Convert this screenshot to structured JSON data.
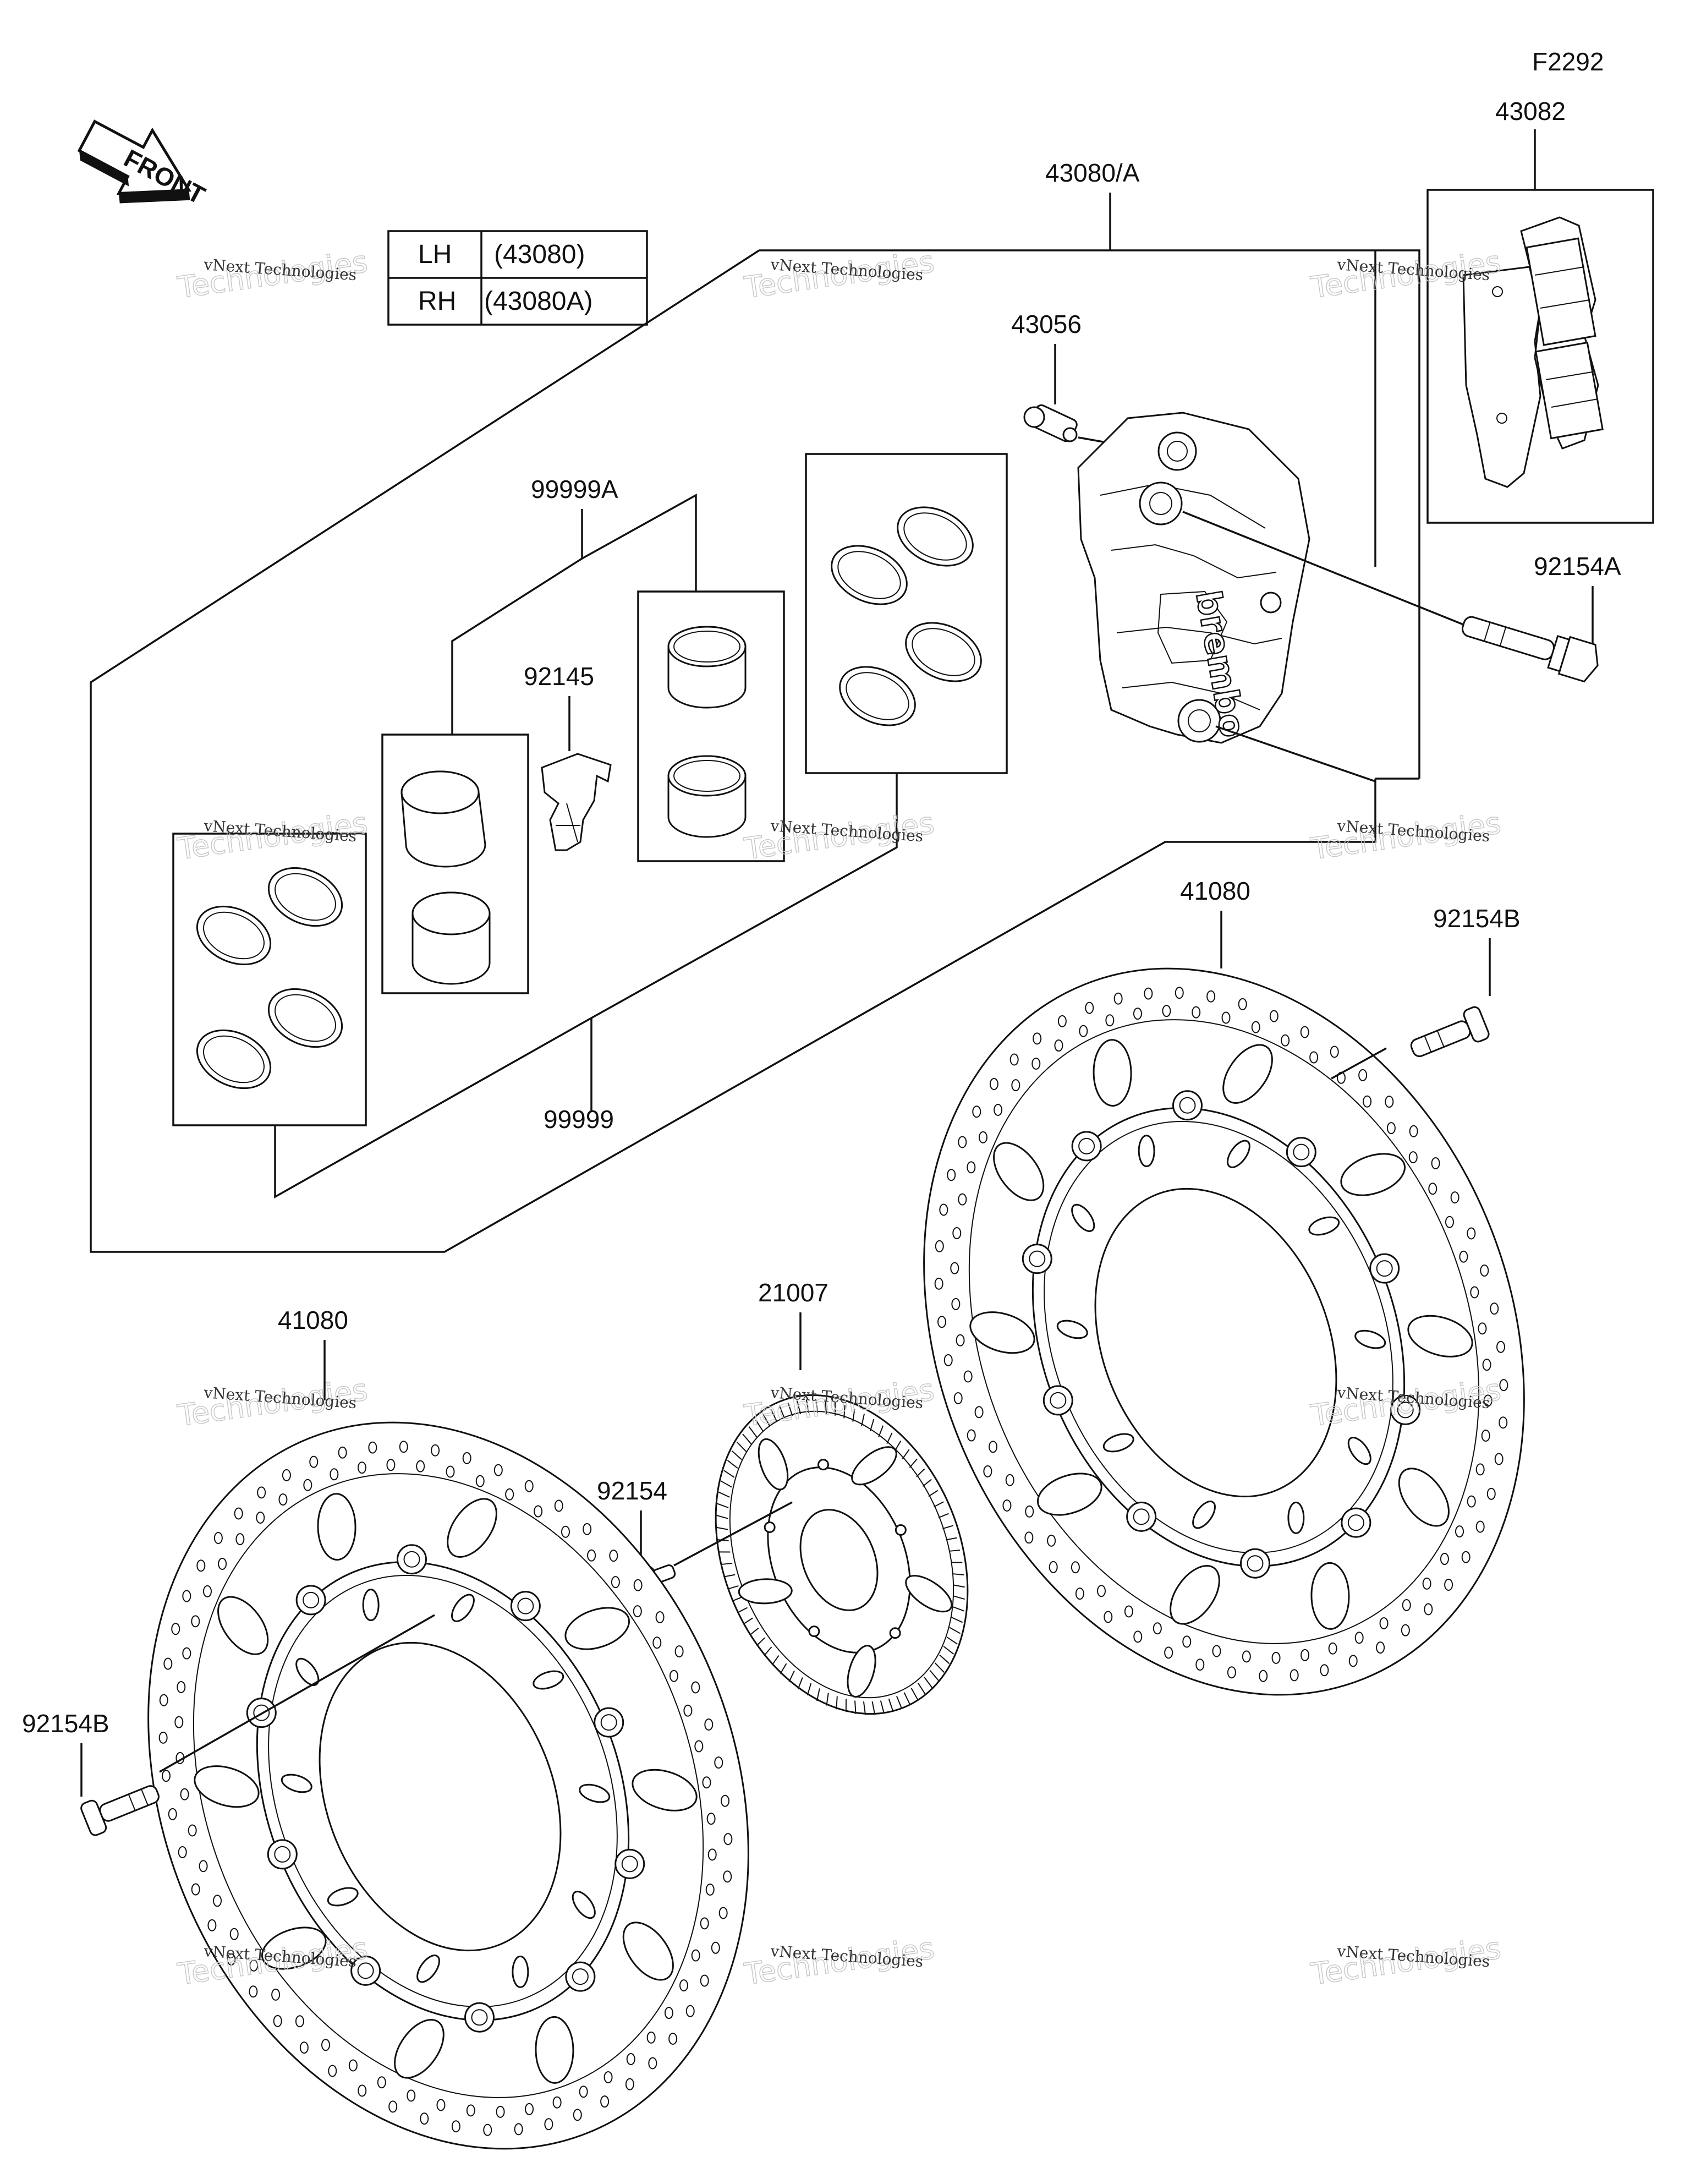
{
  "figure_code": "F2292",
  "front_label": "FRONT",
  "brand_text": "brembo",
  "side_table": {
    "rows": [
      {
        "side": "LH",
        "part": "(43080)"
      },
      {
        "side": "RH",
        "part": "(43080A)"
      }
    ]
  },
  "callouts": {
    "caliper_assy": "43080/A",
    "brake_pad": "43082",
    "bleeder_valve": "43056",
    "caliper_bolt": "92154A",
    "seal_kit_a": "99999A",
    "pad_spring": "92145",
    "seal_kit": "99999",
    "disc_right": "41080",
    "disc_bolt_right": "92154B",
    "disc_left": "41080",
    "sensor_rotor": "21007",
    "rotor_bolt": "92154",
    "disc_bolt_left": "92154B"
  },
  "watermark": {
    "line1": "vNext Technologies",
    "line2": "Technologies"
  }
}
